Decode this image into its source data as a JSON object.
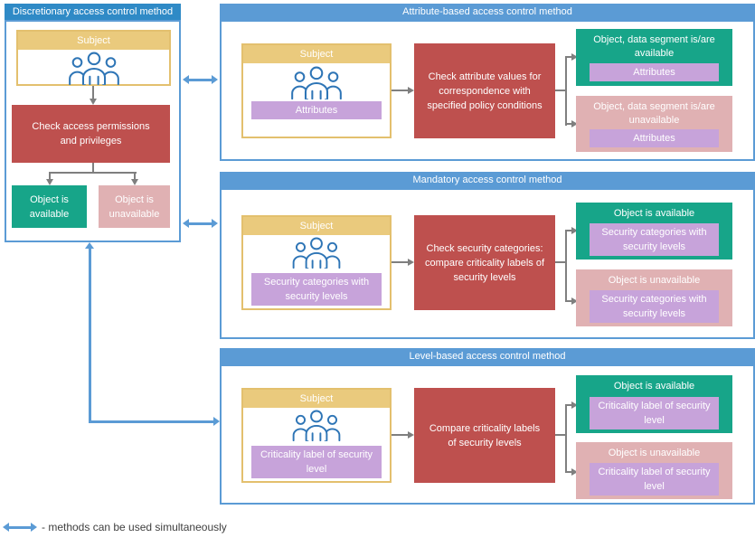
{
  "colors": {
    "accent_blue": "#5B9BD5",
    "discretionary_header_blue": "#2F8AC6",
    "subject_tan": "#EACA7D",
    "check_red": "#BE504E",
    "available_green": "#17A589",
    "unavailable_pink": "#E0B1B3",
    "attribute_purple": "#C7A3DA",
    "connector_gray": "#7F7F7F",
    "people_icon_blue": "#2E75B6"
  },
  "icons": {
    "subject_icon": "people-icon",
    "simultaneous_link_icon": "double-arrow-icon"
  },
  "discretionary": {
    "title": "Discretionary access control method",
    "subject_label": "Subject",
    "check_label": "Check access permissions and privileges",
    "available_label": "Object is available",
    "unavailable_label": "Object is unavailable"
  },
  "panels": [
    {
      "title": "Attribute-based access control method",
      "subject_label": "Subject",
      "subject_tag": "Attributes",
      "check_label": "Check attribute values for correspondence with specified policy conditions",
      "available_label": "Object, data segment is/are available",
      "available_tag": "Attributes",
      "unavailable_label": "Object, data segment is/are unavailable",
      "unavailable_tag": "Attributes"
    },
    {
      "title": "Mandatory access control method",
      "subject_label": "Subject",
      "subject_tag": "Security categories with security levels",
      "check_label": "Check security categories: compare criticality labels of security levels",
      "available_label": "Object is available",
      "available_tag": "Security categories with security levels",
      "unavailable_label": "Object is unavailable",
      "unavailable_tag": "Security categories with security levels"
    },
    {
      "title": "Level-based access control method",
      "subject_label": "Subject",
      "subject_tag": "Criticality label of security level",
      "check_label": "Compare criticality labels of security levels",
      "available_label": "Object is available",
      "available_tag": "Criticality label of security level",
      "unavailable_label": "Object is unavailable",
      "unavailable_tag": "Criticality label of security level"
    }
  ],
  "legend": {
    "text": "- methods can be used simultaneously"
  }
}
